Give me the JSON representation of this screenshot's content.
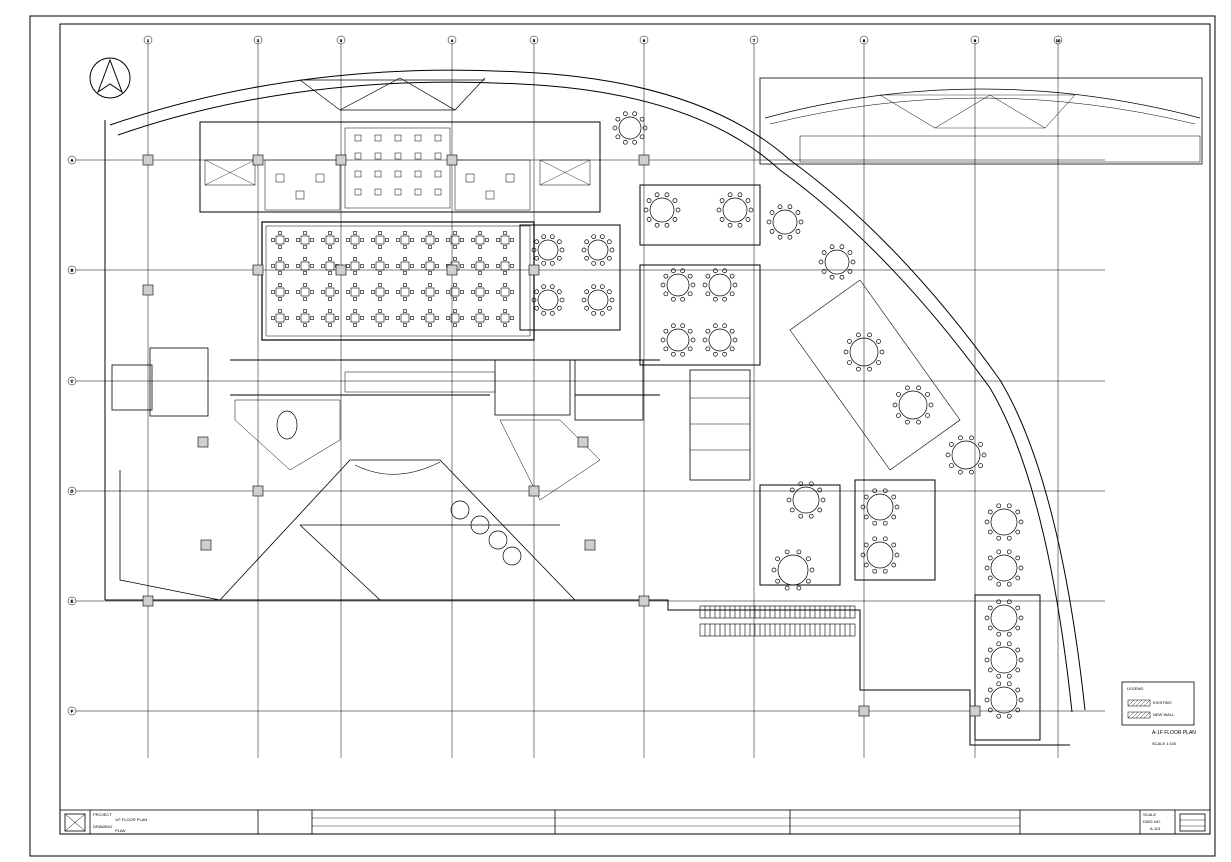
{
  "drawing": {
    "grid_columns": [
      "1",
      "2",
      "3",
      "4",
      "5",
      "6",
      "7",
      "8",
      "9",
      "10"
    ],
    "grid_rows": [
      "A",
      "B",
      "C",
      "D",
      "E",
      "F"
    ],
    "caption": "A-1F FLOOR PLAN",
    "caption_sub": "SCALE 1:100",
    "north_icon": "north-arrow-icon"
  },
  "legend": {
    "title": "LEGEND",
    "items": [
      {
        "pattern": "hatch",
        "label": "EXISTING"
      },
      {
        "pattern": "hatch",
        "label": "NEW WALL"
      }
    ]
  },
  "title_block": {
    "project_label": "PROJECT",
    "project_name": "1/F FLOOR PLAN",
    "drawing_label": "DRAWING",
    "drawing_name": "PLAN",
    "scale_label": "SCALE",
    "drawing_no_label": "DWG NO.",
    "drawing_no": "A-101"
  },
  "colors": {
    "line": "#000000",
    "paper": "#ffffff"
  }
}
